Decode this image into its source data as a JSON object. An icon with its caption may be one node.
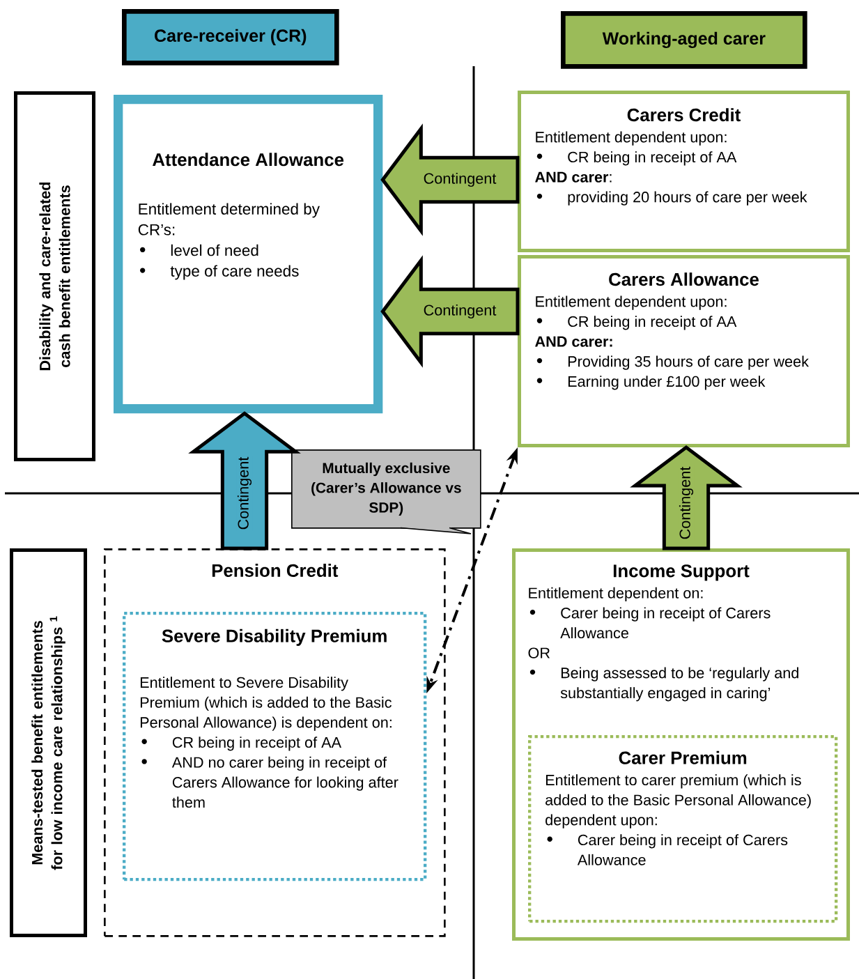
{
  "diagram": {
    "nodes": [
      {
        "text": [
          "Care-receiver (CR)"
        ]
      },
      {
        "text": [
          "Working-aged carer"
        ]
      },
      {
        "text": [
          "Disability and care-related cash benefit entitlements"
        ]
      },
      {
        "text": [
          "Attendance Allowance",
          "Entitlement determined by CR’s:",
          "level of need",
          "type of care needs"
        ]
      },
      {
        "text": [
          "Carers Credit",
          "Entitlement dependent upon:",
          "CR being in receipt of AA",
          "**AND carer**:",
          "providing 20 hours of care per week"
        ]
      },
      {
        "text": [
          "Carers Allowance",
          "Entitlement dependent upon:",
          "CR being in receipt of AA",
          "AND carer:",
          "Providing 35 hours of care per week",
          "Earning under £100 per week"
        ]
      },
      {
        "text": [
          "Mutually exclusive (Carer’s Allowance vs SDP)"
        ]
      },
      {
        "text": [
          "Means-tested benefit entitlements for low income care relationships $^{1}$"
        ]
      },
      {
        "text": [
          "Pension Credit"
        ]
      },
      {
        "text": [
          "Severe Disability Premium",
          "Entitlement to Severe Disability Premium (which is added to the Basic Personal Allowance) is dependent on:",
          "CR being in receipt of AA",
          "AND no carer being in receipt of Carers Allowance for looking after them"
        ],
        "in": 8
      },
      {
        "text": [
          "Income Support",
          "Entitlement dependent on:",
          "Carer being in receipt of Carers Allowance",
          "OR",
          "Being assessed to be ‘regularly and substantially engaged in caring’"
        ]
      },
      {
        "text": [
          "Carer Premium",
          "Entitlement to carer premium (which is added to the Basic Personal Allowance) dependent upon:",
          "Carer being in receipt of Carers Allowance"
        ],
        "in": 10
      }
    ],
    "edges": [
      {
        "from": 4,
        "to": 3,
        "arrow": "to",
        "label": "Contingent",
        "style": "thick"
      },
      {
        "from": 5,
        "to": 3,
        "arrow": "to",
        "label": "Contingent",
        "style": "thick"
      },
      {
        "from": 8,
        "to": 3,
        "arrow": "to",
        "label": "Contingent",
        "style": "thick",
        "color": "#4bacc6"
      },
      {
        "from": 10,
        "to": 5,
        "arrow": "to",
        "label": "Contingent",
        "style": "thick"
      },
      {
        "from": 5,
        "to": 9,
        "arrow": "both",
        "style": "dashed",
        "color": "#000000"
      }
    ]
  }
}
